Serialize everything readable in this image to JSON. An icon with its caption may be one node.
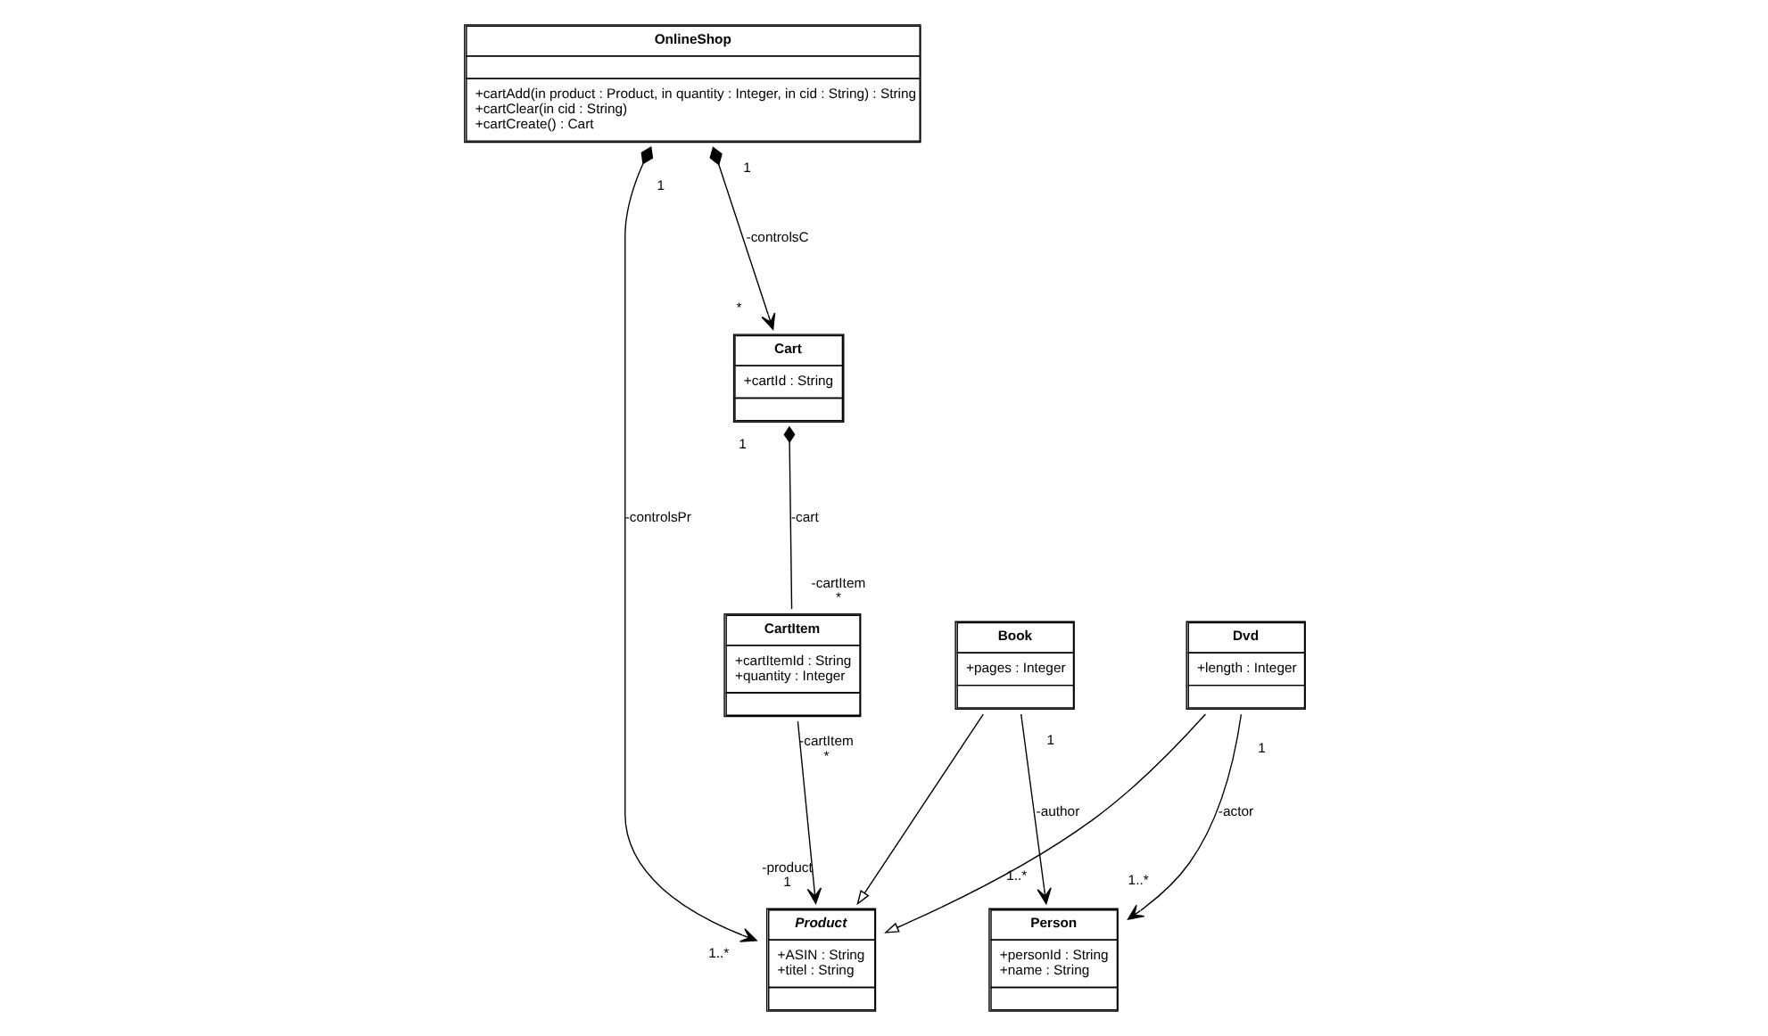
{
  "diagram": {
    "nodes": [
      {
        "text": [
          "OnlineShop",
          "+cartAdd(in product : Product, in quantity : Integer, in cid : String) : String",
          "+cartClear(in cid : String)",
          "+cartCreate() : Cart"
        ]
      },
      {
        "text": [
          "Cart",
          "+cartId : String"
        ]
      },
      {
        "text": [
          "Product",
          "+ASIN : String",
          "+titel : String"
        ]
      },
      {
        "text": [
          "Book",
          "+pages : Integer"
        ]
      },
      {
        "text": [
          "Person",
          "+personId : String",
          "+name : String"
        ]
      },
      {
        "text": [
          "CartItem",
          "+cartItemId : String",
          "+quantity : Integer"
        ]
      },
      {
        "text": [
          "Dvd",
          "+length : Integer"
        ]
      }
    ],
    "edges": [
      {
        "from": 0,
        "to": 1,
        "arrow": "to"
      },
      {
        "from": 0,
        "to": 2,
        "arrow": "to"
      },
      {
        "from": 3,
        "to": 2,
        "arrow": "to"
      },
      {
        "from": 6,
        "to": 2,
        "arrow": "to"
      },
      {
        "from": 3,
        "to": 4,
        "arrow": "to"
      },
      {
        "from": 6,
        "to": 4,
        "arrow": "to"
      },
      {
        "from": 1,
        "to": 5,
        "arrow": "other"
      },
      {
        "from": 5,
        "to": 2,
        "arrow": "to"
      }
    ],
    "labels": [
      "1",
      "1",
      "*",
      "-controlsC",
      "1",
      "1..*",
      "-author",
      "1..*",
      "-controlsPr",
      "1",
      "-cart",
      "-product",
      "1",
      "-actor",
      "1..*",
      "-cartItem",
      "-cartItem",
      "1",
      "*",
      "*"
    ]
  }
}
